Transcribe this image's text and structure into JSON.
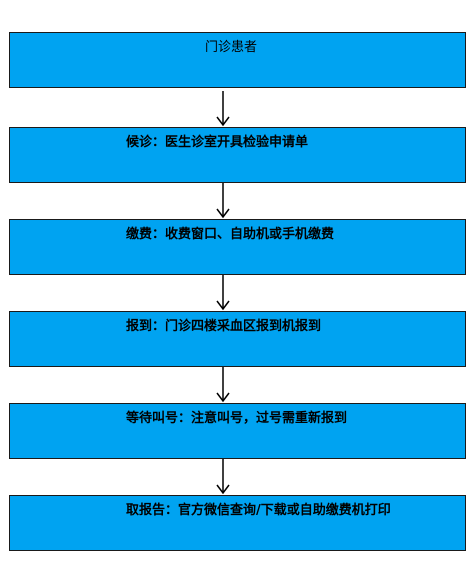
{
  "flowchart": {
    "steps": [
      {
        "label": "门诊患者"
      },
      {
        "label": "候诊：医生诊室开具检验申请单"
      },
      {
        "label": "缴费：收费窗口、自助机或手机缴费"
      },
      {
        "label": "报到：门诊四楼采血区报到机报到"
      },
      {
        "label": "等待叫号：注意叫号，过号需重新报到"
      },
      {
        "label": "取报告：官方微信查询/下载或自助缴费机打印"
      }
    ]
  },
  "colors": {
    "box_fill": "#00a3f1",
    "box_border": "#1a1a1a",
    "arrow": "#000000",
    "text": "#000000"
  }
}
